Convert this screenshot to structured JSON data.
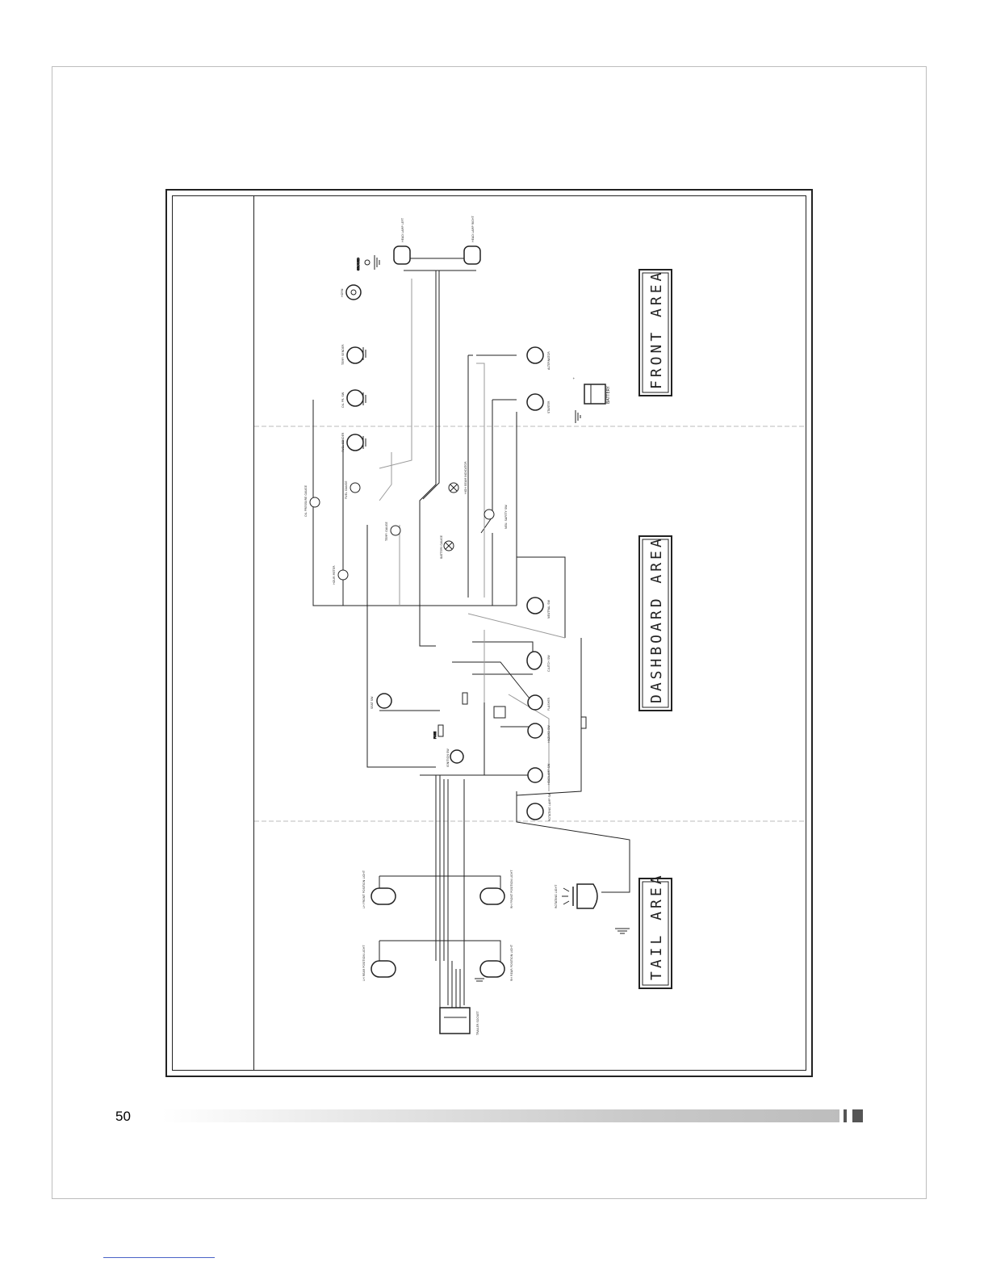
{
  "page": {
    "number": "50"
  },
  "areas": {
    "front": "FRONT AREA",
    "dashboard": "DASHBOARD AREA",
    "tail": "TAIL AREA"
  },
  "components": {
    "head_lamp_left": "HEAD LAMP LEFT",
    "head_lamp_right": "HEAD LAMP RIGHT",
    "horn": "HORN",
    "ground": "GROUND",
    "temp_sender": "TEMP. SENDER",
    "oil_press": "OIL PR. SW",
    "alternator": "ALTERNATOR",
    "starter": "STARTER",
    "battery": "BATTERY",
    "fuel_sender": "FUEL SENDER",
    "oil_pressure_gauge": "OIL PRESSURE GAUGE",
    "fuel_gauge": "FUEL GAUGE",
    "temp_gauge": "TEMP. GAUGE",
    "high_beam": "HIGH BEAM INDICATOR",
    "battery_gauge": "BATTERY GAUGE",
    "neutral_safety": "NEU. SAFETY SW.",
    "hour_meter": "HOUR METER",
    "neutral_sw": "NEUTRAL SW",
    "seat_sw": "SEAT SW",
    "clutch_sw": "CLUTCH SW",
    "flasher": "FLASHER",
    "hazard_sw": "HAZARD SW",
    "head_lamp_sw": "HEADLAMP SW",
    "rotating_lamp_sw": "ROTATING LAMP SW",
    "rotating_light": "ROTATING LIGHT",
    "lh_front_position": "LH FRONT POSITION LIGHT",
    "rh_front_position": "RH FRONT POSITION LIGHT",
    "lh_rear_position": "LH REAR POSITION LIGHT",
    "rh_rear_position": "RH REAR POSITION LIGHT",
    "trailer_socket": "TRAILER SOCKET",
    "ignition_sw": "IGNITION SW",
    "fuse": "FUSE",
    "plus": "+",
    "minus": "-"
  },
  "colors": {
    "wire": "#222222",
    "wire_light": "#9a9a9a",
    "divider": "#bbbbbb"
  }
}
